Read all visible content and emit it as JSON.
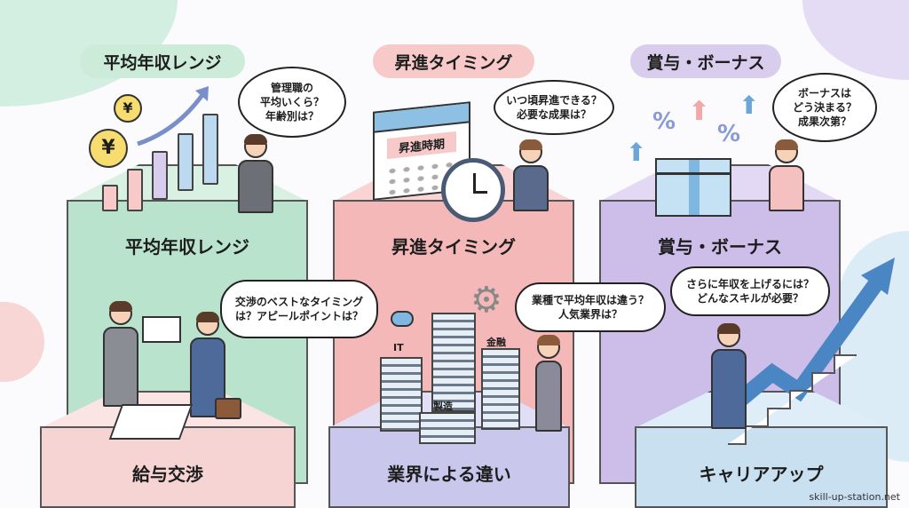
{
  "sections": [
    {
      "title": "平均年収レンジ",
      "block_label": "平均年収レンジ",
      "bubble": "管理職の\n平均いくら？\n年齢別は？",
      "color": "#cdebd9"
    },
    {
      "title": "昇進タイミング",
      "block_label": "昇進タイミング",
      "bubble": "いつ頃昇進できる？\n必要な成果は？",
      "calendar_label": "昇進時期",
      "color": "#f7c9c9"
    },
    {
      "title": "賞与・ボーナス",
      "block_label": "賞与・ボーナス",
      "bubble": "ボーナスは\nどう決まる？\n成果次第？",
      "color": "#d9cdee"
    }
  ],
  "lower_sections": [
    {
      "block_label": "給与交渉",
      "bubble": "交渉のベストなタイミング\nは？アピールポイントは？",
      "color": "#f7d4d4"
    },
    {
      "block_label": "業界による違い",
      "bubble": "業種で平均年収は違う？\n人気業界は？",
      "building_labels": [
        "IT",
        "製造",
        "金融"
      ],
      "color": "#d4d3f1"
    },
    {
      "block_label": "キャリアアップ",
      "bubble": "さらに年収を上げるには？\nどんなスキルが必要？",
      "color": "#d3e6f3"
    }
  ],
  "icons": {
    "yen": "¥",
    "percent": "%"
  },
  "footer": {
    "site": "skill-up-station.net"
  }
}
